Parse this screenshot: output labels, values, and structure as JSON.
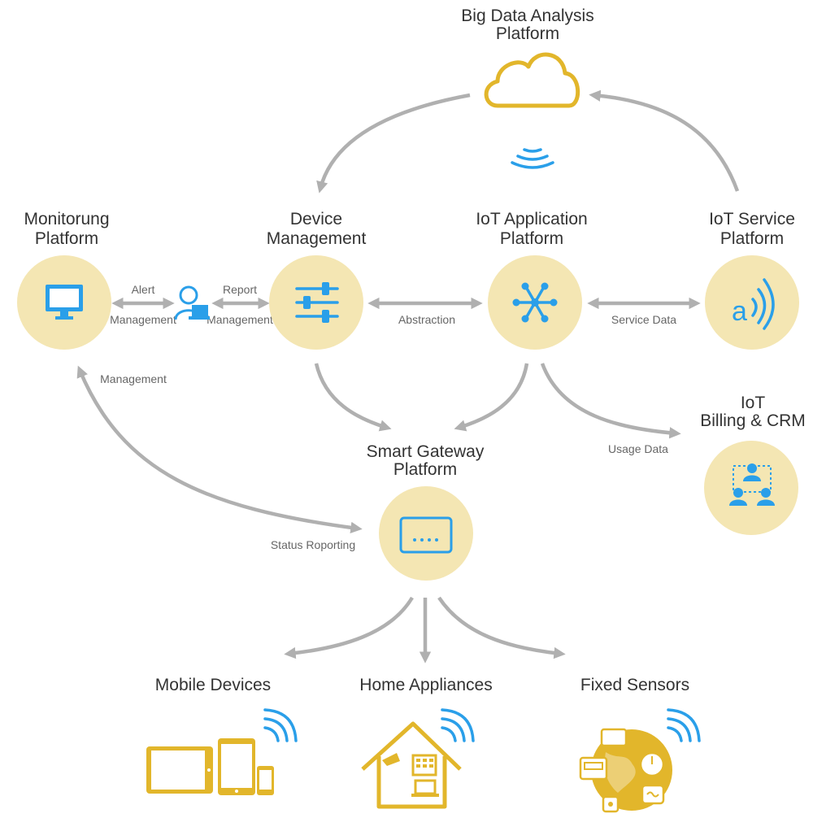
{
  "nodes": {
    "big_data": {
      "title_line1": "Big Data Analysis",
      "title_line2": "Platform",
      "icon": "cloud-icon"
    },
    "monitoring": {
      "title_line1": "Monitorung",
      "title_line2": "Platform",
      "icon": "monitor-icon"
    },
    "device_management": {
      "title_line1": "Device",
      "title_line2": "Management",
      "icon": "sliders-icon"
    },
    "iot_application": {
      "title_line1": "IoT Application",
      "title_line2": "Platform",
      "icon": "network-hub-icon"
    },
    "iot_service": {
      "title_line1": "IoT Service",
      "title_line2": "Platform",
      "icon": "signal-a-icon"
    },
    "iot_billing": {
      "title_line1": "IoT",
      "title_line2": "Billing & CRM",
      "icon": "team-icon"
    },
    "smart_gateway": {
      "title_line1": "Smart Gateway",
      "title_line2": "Platform",
      "icon": "gateway-icon"
    },
    "mobile_devices": {
      "title": "Mobile Devices",
      "icon": "mobile-devices-icon"
    },
    "home_appliances": {
      "title": "Home Appliances",
      "icon": "house-icon"
    },
    "fixed_sensors": {
      "title": "Fixed Sensors",
      "icon": "sensors-globe-icon"
    }
  },
  "edges": {
    "alert": {
      "line1": "Alert",
      "line2": "Management"
    },
    "report": {
      "line1": "Report",
      "line2": "Management"
    },
    "abstraction": "Abstraction",
    "service_data": "Service Data",
    "management": "Management",
    "usage_data": "Usage Data",
    "status_reporting": "Status Roporting"
  },
  "colors": {
    "node_fill": "#f4e6b3",
    "icon_blue": "#2a9fe9",
    "icon_gold": "#e2b62b",
    "arrow_gray": "#b0b0b0"
  }
}
